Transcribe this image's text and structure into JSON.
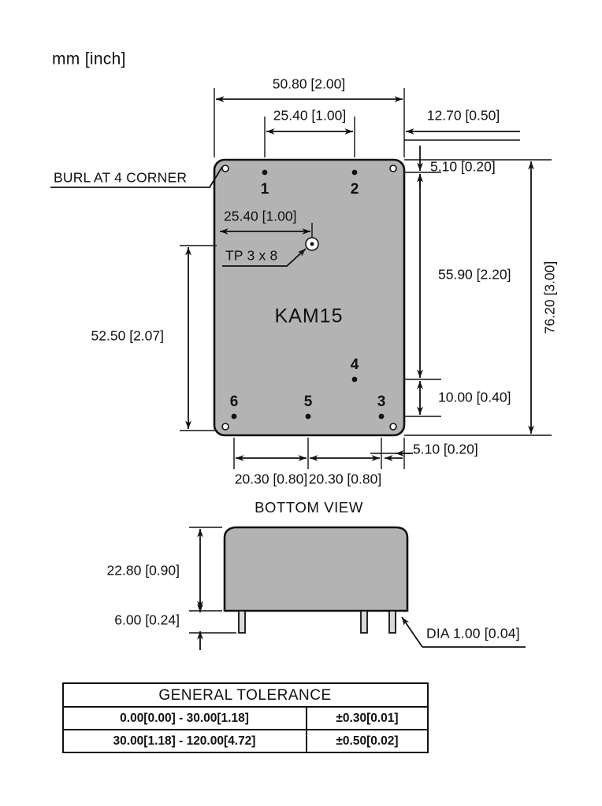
{
  "sheet": {
    "units_note": "mm [inch]",
    "part_name": "KAM15",
    "view_title_bottom": "BOTTOM VIEW"
  },
  "callouts": {
    "burl": "BURL AT 4 CORNER",
    "test_point": "TP 3 x 8",
    "pin_diameter": "DIA 1.00 [0.04]"
  },
  "dimensions": {
    "top_overall_width": "50.80 [2.00]",
    "top_inner_width": "25.40 [1.00]",
    "top_right_offset": "12.70 [0.50]",
    "right_top_edge": "5.10 [0.20]",
    "right_overall_height": "76.20 [3.00]",
    "right_pin_span": "55.90 [2.20]",
    "right_pin4_offset": "10.00 [0.40]",
    "right_bottom_edge": "5.10 [0.20]",
    "left_height": "52.50 [2.07]",
    "inner_tp_width": "25.40 [1.00]",
    "bottom_pitch_left": "20.30 [0.80]",
    "bottom_pitch_right": "20.30 [0.80]",
    "side_body_height": "22.80 [0.90]",
    "side_pin_length": "6.00 [0.24]"
  },
  "pins": [
    {
      "label": "1"
    },
    {
      "label": "2"
    },
    {
      "label": "3"
    },
    {
      "label": "4"
    },
    {
      "label": "5"
    },
    {
      "label": "6"
    }
  ],
  "tolerance_table": {
    "title": "GENERAL TOLERANCE",
    "rows": [
      {
        "range": "0.00[0.00] - 30.00[1.18]",
        "tolerance": "±0.30[0.01]"
      },
      {
        "range": "30.00[1.18] - 120.00[4.72]",
        "tolerance": "±0.50[0.02]"
      }
    ]
  },
  "colors": {
    "line": "#111111",
    "body_fill": "#b3b3b3",
    "pin_fill": "#d9d9d9",
    "background": "#ffffff"
  }
}
